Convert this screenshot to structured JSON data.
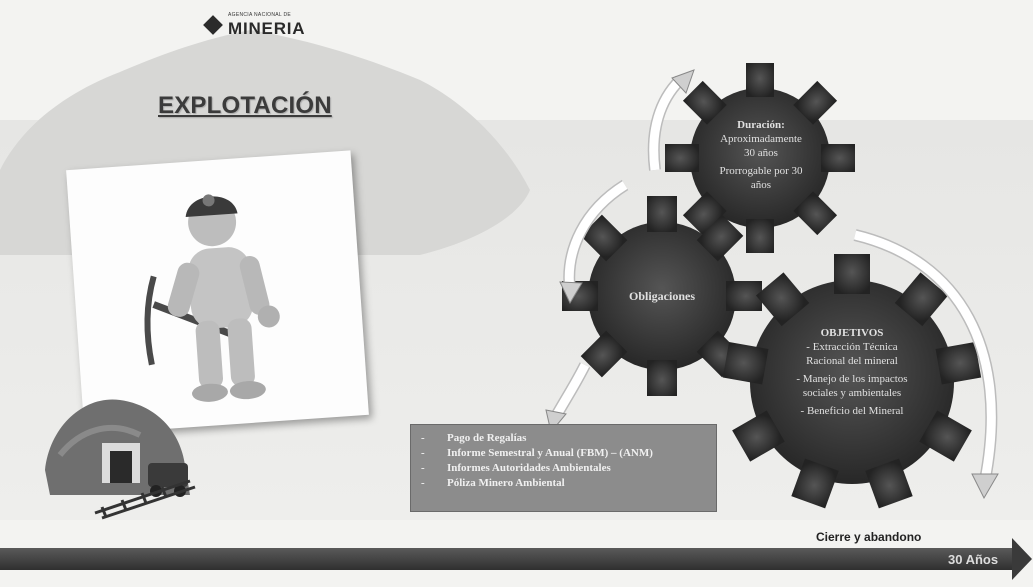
{
  "logo": {
    "top_text": "AGENCIA NACIONAL DE",
    "name": "MINERIA"
  },
  "title": "EXPLOTACIÓN",
  "duration_gear": {
    "heading": "Duración:",
    "line1": "Aproximadamente",
    "line2": "30 años",
    "line3": "Prorrogable por 30",
    "line4": "años"
  },
  "obligations_gear": {
    "label": "Obligaciones"
  },
  "objectives_gear": {
    "heading": "OBJETIVOS",
    "line1": "- Extracción Técnica",
    "line2": "Racional del mineral",
    "line3": "- Manejo de los impactos",
    "line4": "sociales y ambientales",
    "line5": "- Beneficio del Mineral"
  },
  "obligations_list": [
    "Pago de Regalías",
    "Informe Semestral y Anual (FBM) – (ANM)",
    "Informes Autoridades Ambientales",
    "Póliza Minero Ambiental"
  ],
  "timeline": {
    "label": "Cierre y abandono",
    "years": "30 Años"
  },
  "colors": {
    "gear": "#2f2f2f",
    "gear_mid": "#3d3d3d",
    "box": "#8c8c8c",
    "miner": "#bdbdbd"
  }
}
